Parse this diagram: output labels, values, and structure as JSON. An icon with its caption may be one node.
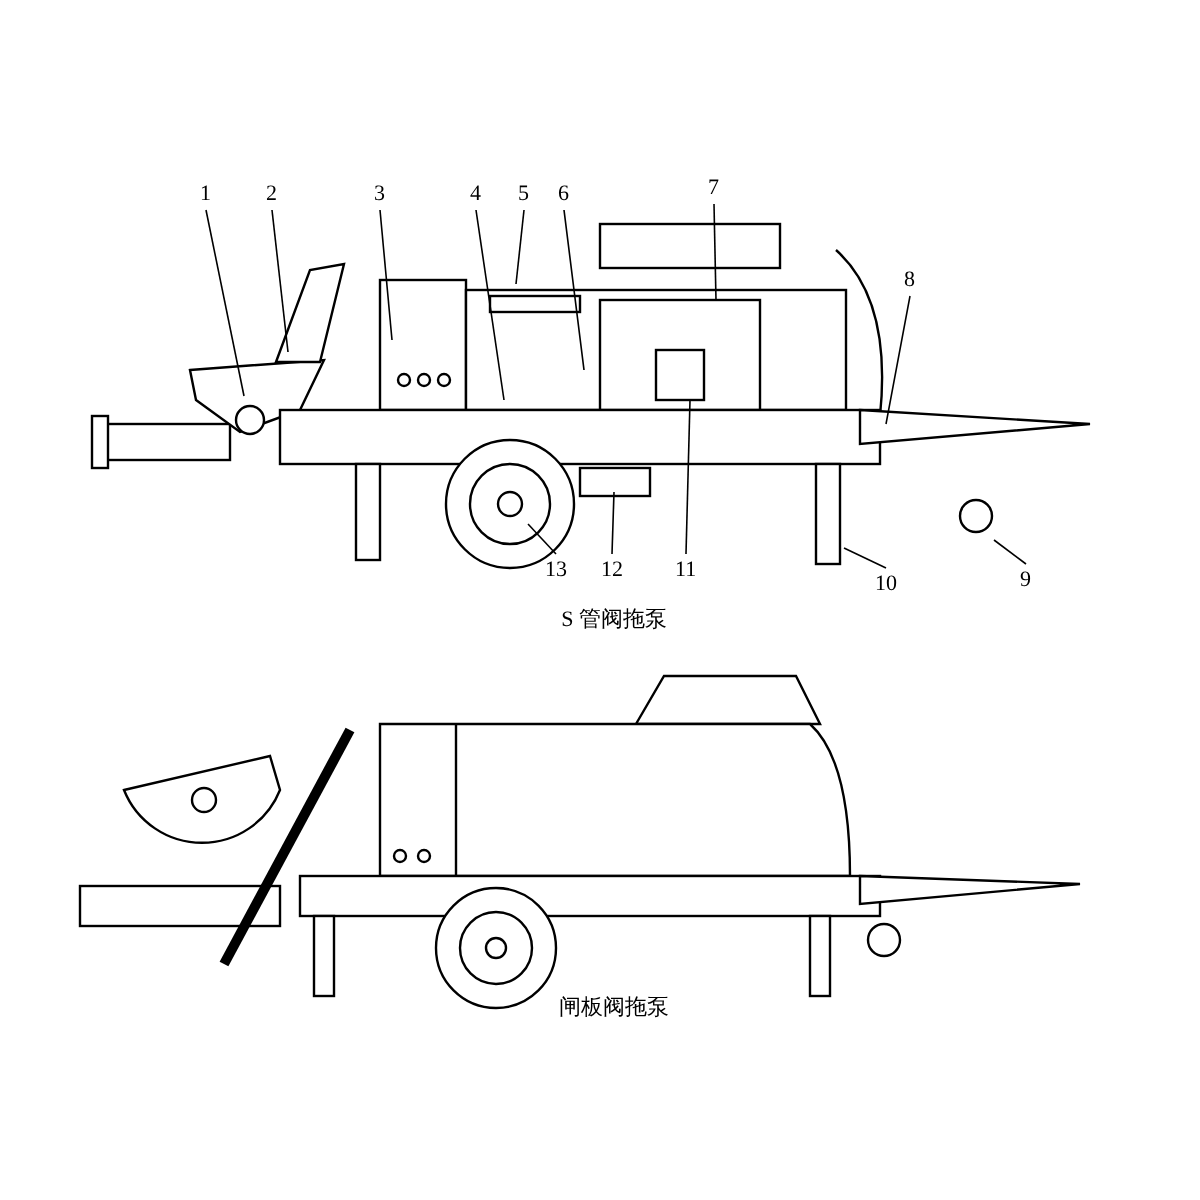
{
  "diagram": {
    "nodes": [
      {
        "text": [
          "1"
        ]
      },
      {
        "text": [
          "2"
        ]
      },
      {
        "text": [
          "3"
        ]
      },
      {
        "text": [
          "4"
        ]
      },
      {
        "text": [
          "5"
        ]
      },
      {
        "text": [
          "6"
        ]
      },
      {
        "text": [
          "7"
        ]
      },
      {
        "text": [
          "8"
        ]
      },
      {
        "text": [
          "9"
        ]
      },
      {
        "text": [
          "10"
        ]
      },
      {
        "text": [
          "11"
        ]
      },
      {
        "text": [
          "12"
        ]
      },
      {
        "text": [
          "13"
        ]
      }
    ],
    "edges": [
      {
        "from": 0,
        "to": null,
        "arrow": "none"
      },
      {
        "from": 1,
        "to": null,
        "arrow": "none"
      },
      {
        "from": 2,
        "to": null,
        "arrow": "none"
      },
      {
        "from": 3,
        "to": null,
        "arrow": "none"
      },
      {
        "from": 4,
        "to": null,
        "arrow": "none"
      },
      {
        "from": 5,
        "to": null,
        "arrow": "none"
      },
      {
        "from": 6,
        "to": null,
        "arrow": "none"
      },
      {
        "from": 7,
        "to": null,
        "arrow": "none"
      },
      {
        "from": 8,
        "to": null,
        "arrow": "none"
      },
      {
        "from": 9,
        "to": null,
        "arrow": "none"
      },
      {
        "from": 10,
        "to": null,
        "arrow": "none"
      },
      {
        "from": 11,
        "to": null,
        "arrow": "none"
      },
      {
        "from": 12,
        "to": null,
        "arrow": "none"
      }
    ],
    "labels": [
      "S 管阀拖泵",
      "闸板阀拖泵"
    ]
  }
}
